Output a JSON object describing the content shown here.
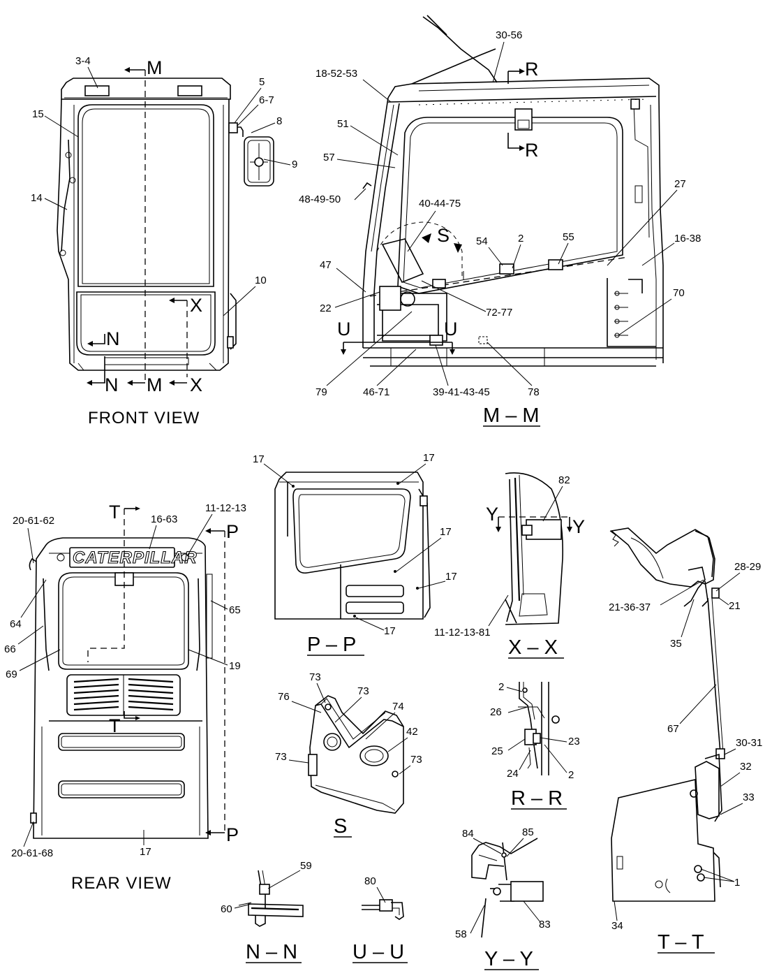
{
  "views": {
    "front": "FRONT VIEW",
    "mm": "M – M",
    "rear": "REAR VIEW",
    "pp": "P – P",
    "xx": "X – X",
    "s": "S",
    "rr": "R – R",
    "tt": "T – T",
    "nn": "N – N",
    "uu": "U – U",
    "yy": "Y – Y"
  },
  "section_marks": {
    "M": "M",
    "N": "N",
    "X": "X",
    "R": "R",
    "S": "S",
    "U": "U",
    "T": "T",
    "P": "P",
    "Y": "Y"
  },
  "brand": "CATERPILLAR",
  "callouts": {
    "front": [
      "3-4",
      "5",
      "6-7",
      "8",
      "9",
      "15",
      "14",
      "10"
    ],
    "mm": [
      "30-56",
      "18-52-53",
      "51",
      "57",
      "48-49-50",
      "40-44-75",
      "54",
      "2",
      "55",
      "27",
      "16-38",
      "47",
      "22",
      "72-77",
      "70",
      "79",
      "46-71",
      "39-41-43-45",
      "78"
    ],
    "rear": [
      "20-61-62",
      "16-63",
      "11-12-13",
      "64",
      "65",
      "66",
      "69",
      "19",
      "20-61-68",
      "17"
    ],
    "pp": [
      "17",
      "17",
      "17",
      "17",
      "17"
    ],
    "xx": [
      "82",
      "11-12-13-81"
    ],
    "tt": [
      "28-29",
      "21-36-37",
      "21",
      "35",
      "67",
      "30-31",
      "32",
      "33",
      "1",
      "34"
    ],
    "s": [
      "73",
      "73",
      "76",
      "74",
      "42",
      "73",
      "73"
    ],
    "rr": [
      "2",
      "26",
      "23",
      "25",
      "24",
      "2"
    ],
    "nn": [
      "59",
      "60"
    ],
    "uu": [
      "80"
    ],
    "yy": [
      "84",
      "85",
      "83",
      "58"
    ]
  }
}
